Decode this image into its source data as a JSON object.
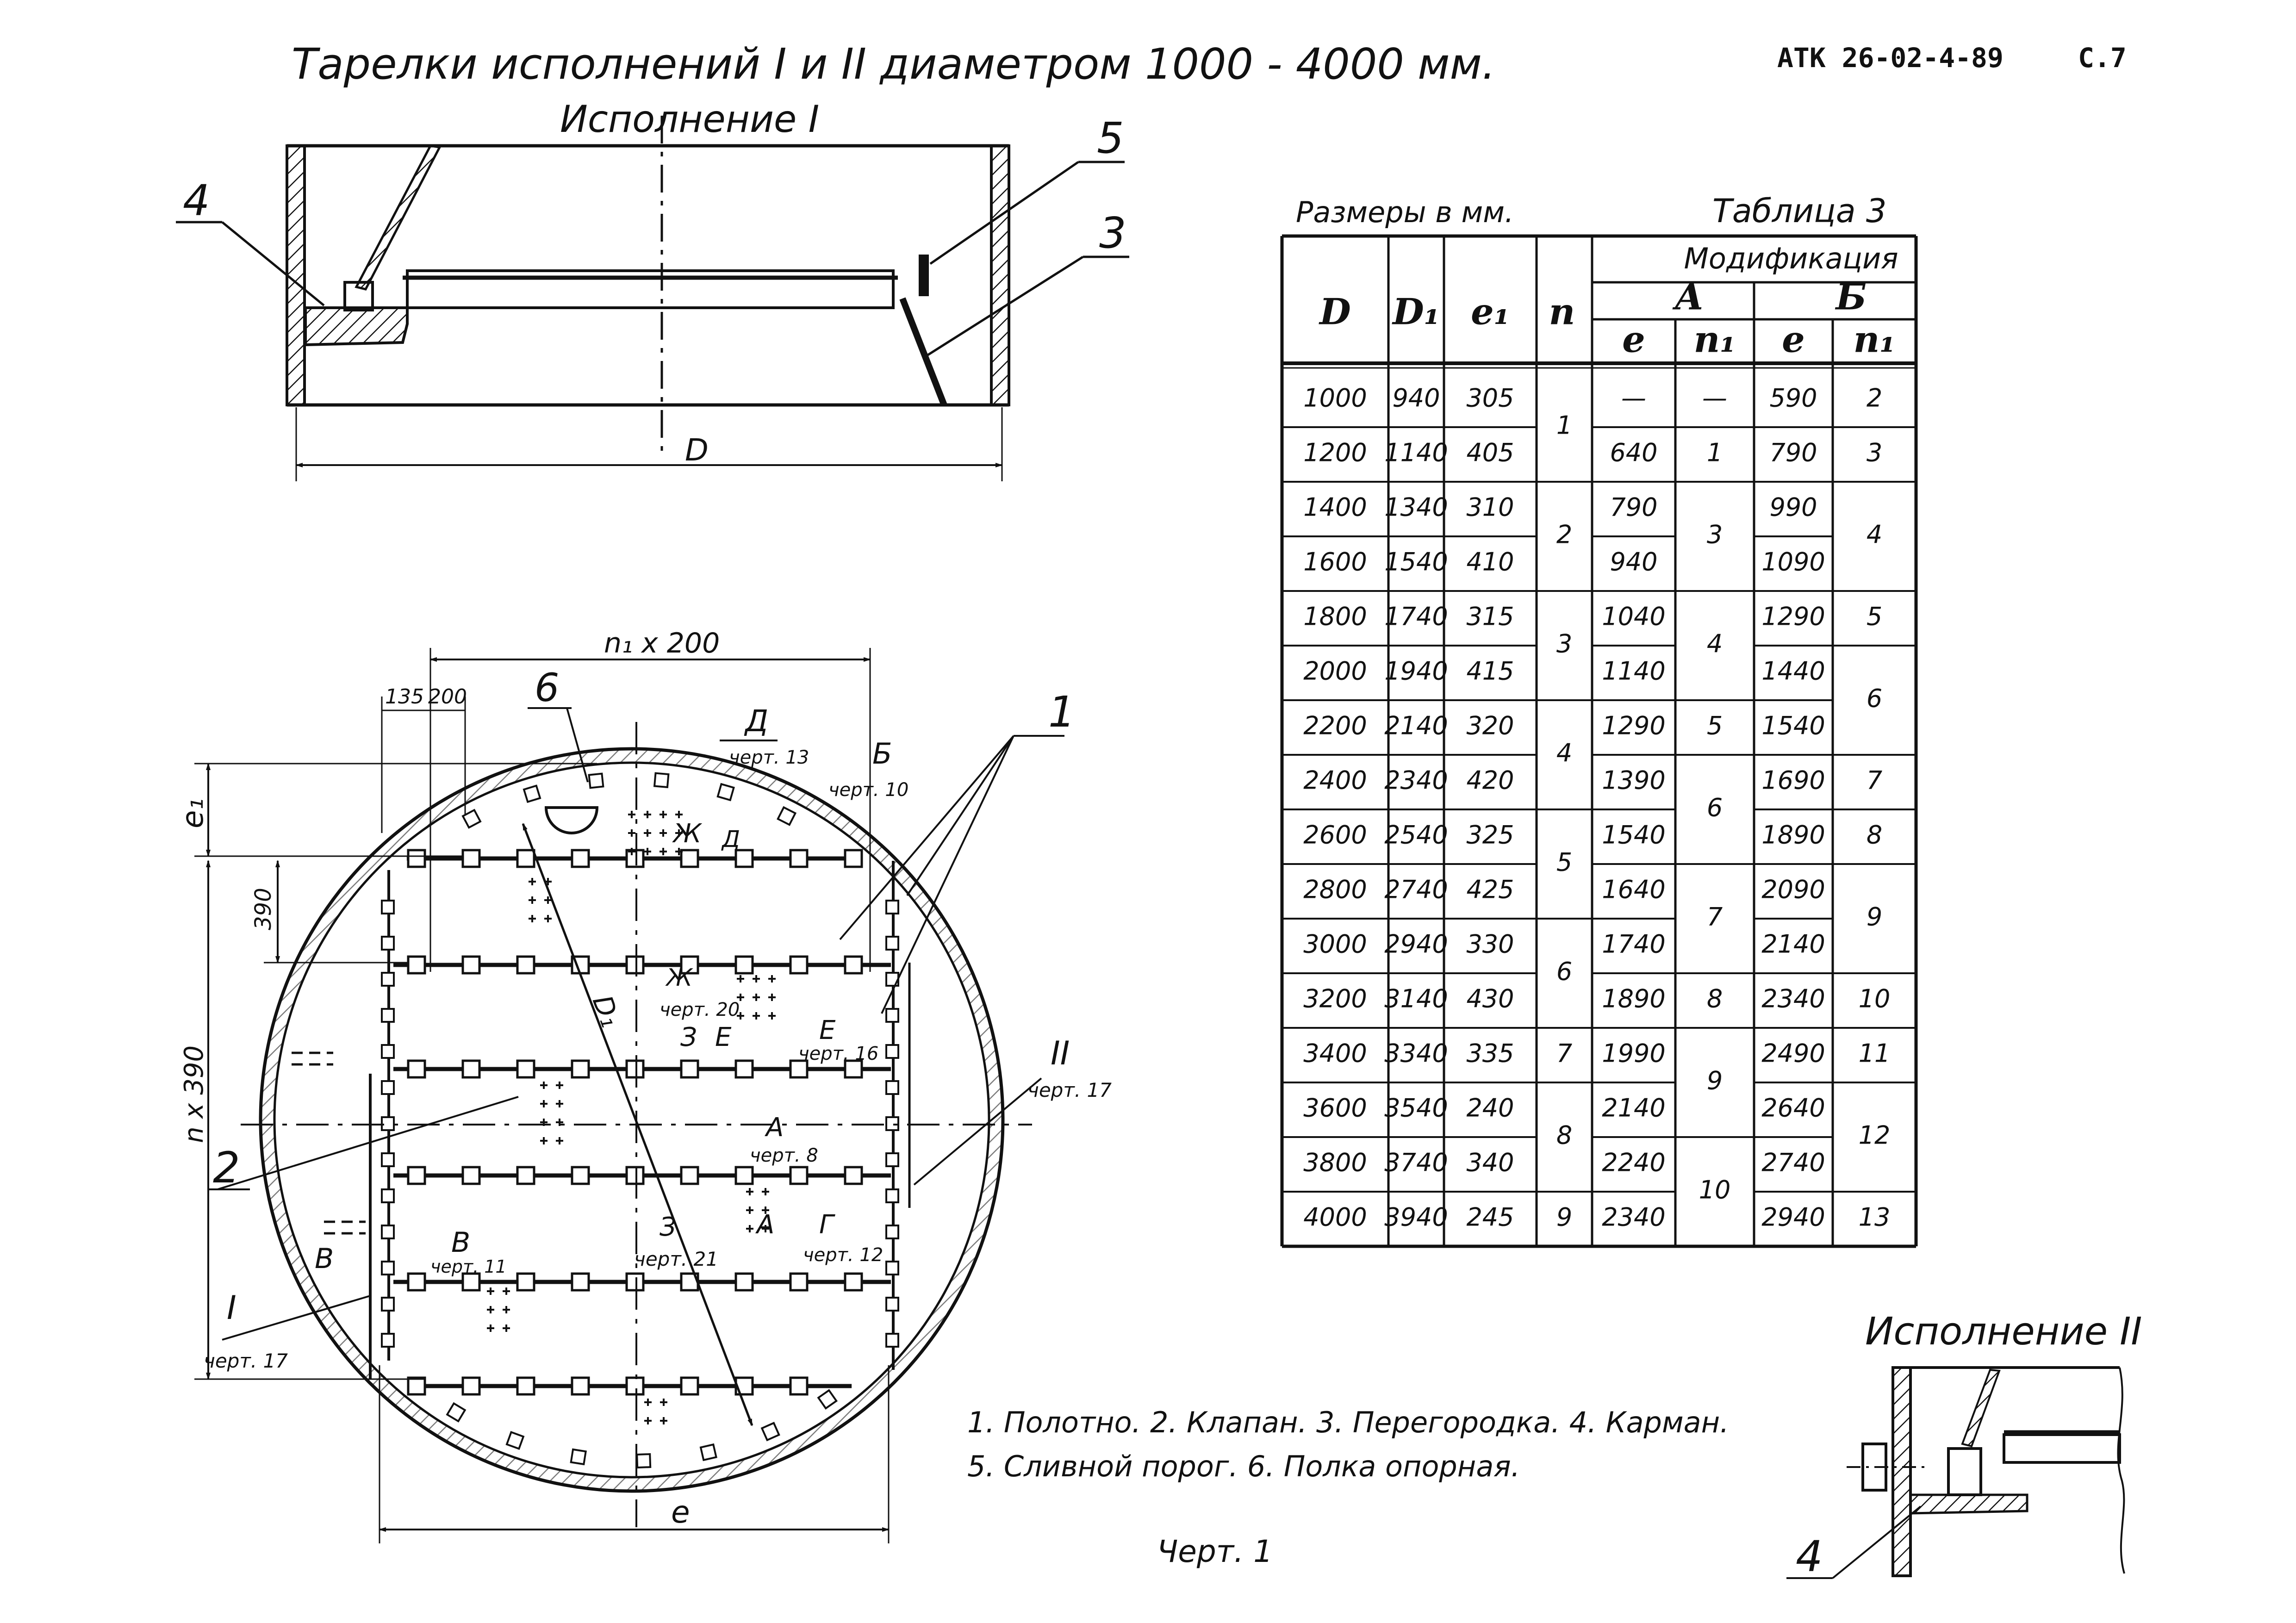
{
  "header": {
    "title": "Тарелки исполнений I и II диаметром   1000 - 4000 мм.",
    "doc_code": "АТК 26-02-4-89",
    "page": "С.7"
  },
  "section_view": {
    "title": "Исполнение  I",
    "dim_D": "D",
    "callouts": [
      "4",
      "5",
      "3"
    ]
  },
  "plan_view": {
    "top_dim": "n₁ x 200",
    "dim_135": "135",
    "dim_200": "200",
    "dim_390": "390",
    "dim_e1": "e₁",
    "dim_nx390": "n x 390",
    "dim_e": "e",
    "dim_D1": "D₁",
    "callout_1": "1",
    "callout_2": "2",
    "callout_6": "6",
    "refs": {
      "D_label": "Д",
      "D_cherta": "черт. 13",
      "B_label": "Б",
      "B_cherta": "черт. 10",
      "Zh_label": "Ж",
      "D_small": "Д",
      "Zh_small": "Ж",
      "Zh_cherta": "черт. 20",
      "Z_label": "З",
      "E_label": "Е",
      "E_small": "Е",
      "E_cherta": "черт. 16",
      "II_label": "II",
      "II_cherta": "черт. 17",
      "A_label": "А",
      "A_cherta": "черт. 8",
      "A_small": "А",
      "G_label": "Г",
      "G_cherta": "черт. 12",
      "Z_small": "З",
      "Z_cherta": "черт. 21",
      "V_label": "В",
      "V_small": "В",
      "V_cherta": "черт. 11",
      "I_label": "I",
      "I_cherta": "черт. 17"
    }
  },
  "table": {
    "caption_left": "Размеры в мм.",
    "caption_right": "Таблица 3",
    "modification_header": "Модификация",
    "mod_A": "А",
    "mod_B": "Б",
    "col_D": "D",
    "col_D1": "D₁",
    "col_e1": "e₁",
    "col_n": "n",
    "sub_e": "e",
    "sub_n1": "n₁",
    "D": [
      "1000",
      "1200",
      "1400",
      "1600",
      "1800",
      "2000",
      "2200",
      "2400",
      "2600",
      "2800",
      "3000",
      "3200",
      "3400",
      "3600",
      "3800",
      "4000"
    ],
    "D1": [
      "940",
      "1140",
      "1340",
      "1540",
      "1740",
      "1940",
      "2140",
      "2340",
      "2540",
      "2740",
      "2940",
      "3140",
      "3340",
      "3540",
      "3740",
      "3940"
    ],
    "e1": [
      "305",
      "405",
      "310",
      "410",
      "315",
      "415",
      "320",
      "420",
      "325",
      "425",
      "330",
      "430",
      "335",
      "240",
      "340",
      "245"
    ],
    "n_groups": [
      {
        "value": "1",
        "rows": [
          0,
          1
        ]
      },
      {
        "value": "2",
        "rows": [
          2,
          3
        ]
      },
      {
        "value": "3",
        "rows": [
          4,
          5
        ]
      },
      {
        "value": "4",
        "rows": [
          6,
          7
        ]
      },
      {
        "value": "5",
        "rows": [
          8,
          9
        ]
      },
      {
        "value": "6",
        "rows": [
          10,
          11
        ]
      },
      {
        "value": "7",
        "rows": [
          12,
          12
        ]
      },
      {
        "value": "8",
        "rows": [
          13,
          14
        ]
      },
      {
        "value": "9",
        "rows": [
          15,
          15
        ]
      }
    ],
    "A_e": [
      "—",
      "640",
      "790",
      "940",
      "1040",
      "1140",
      "1290",
      "1390",
      "1540",
      "1640",
      "1740",
      "1890",
      "1990",
      "2140",
      "2240",
      "2340"
    ],
    "A_n1_groups": [
      {
        "value": "—",
        "rows": [
          0,
          0
        ]
      },
      {
        "value": "1",
        "rows": [
          1,
          1
        ]
      },
      {
        "value": "3",
        "rows": [
          2,
          3
        ]
      },
      {
        "value": "4",
        "rows": [
          4,
          5
        ]
      },
      {
        "value": "5",
        "rows": [
          6,
          6
        ]
      },
      {
        "value": "6",
        "rows": [
          7,
          8
        ]
      },
      {
        "value": "7",
        "rows": [
          9,
          10
        ]
      },
      {
        "value": "8",
        "rows": [
          11,
          11
        ]
      },
      {
        "value": "9",
        "rows": [
          12,
          13
        ]
      },
      {
        "value": "10",
        "rows": [
          14,
          15
        ]
      }
    ],
    "B_e": [
      "590",
      "790",
      "990",
      "1090",
      "1290",
      "1440",
      "1540",
      "1690",
      "1890",
      "2090",
      "2140",
      "2340",
      "2490",
      "2640",
      "2740",
      "2940"
    ],
    "B_n1_groups": [
      {
        "value": "2",
        "rows": [
          0,
          0
        ]
      },
      {
        "value": "3",
        "rows": [
          1,
          1
        ]
      },
      {
        "value": "4",
        "rows": [
          2,
          3
        ]
      },
      {
        "value": "5",
        "rows": [
          4,
          4
        ]
      },
      {
        "value": "6",
        "rows": [
          5,
          6
        ]
      },
      {
        "value": "7",
        "rows": [
          7,
          7
        ]
      },
      {
        "value": "8",
        "rows": [
          8,
          8
        ]
      },
      {
        "value": "9",
        "rows": [
          9,
          10
        ]
      },
      {
        "value": "10",
        "rows": [
          11,
          11
        ]
      },
      {
        "value": "11",
        "rows": [
          12,
          12
        ]
      },
      {
        "value": "12",
        "rows": [
          13,
          14
        ]
      },
      {
        "value": "13",
        "rows": [
          15,
          15
        ]
      }
    ]
  },
  "legend": {
    "line1": "1. Полотно. 2. Клапан. 3. Перегородка. 4. Карман.",
    "line2": "5. Сливной порог. 6. Полка опорная."
  },
  "figure_caption": "Черт. 1",
  "detail_view": {
    "title": "Исполнение II",
    "callout_4": "4"
  }
}
